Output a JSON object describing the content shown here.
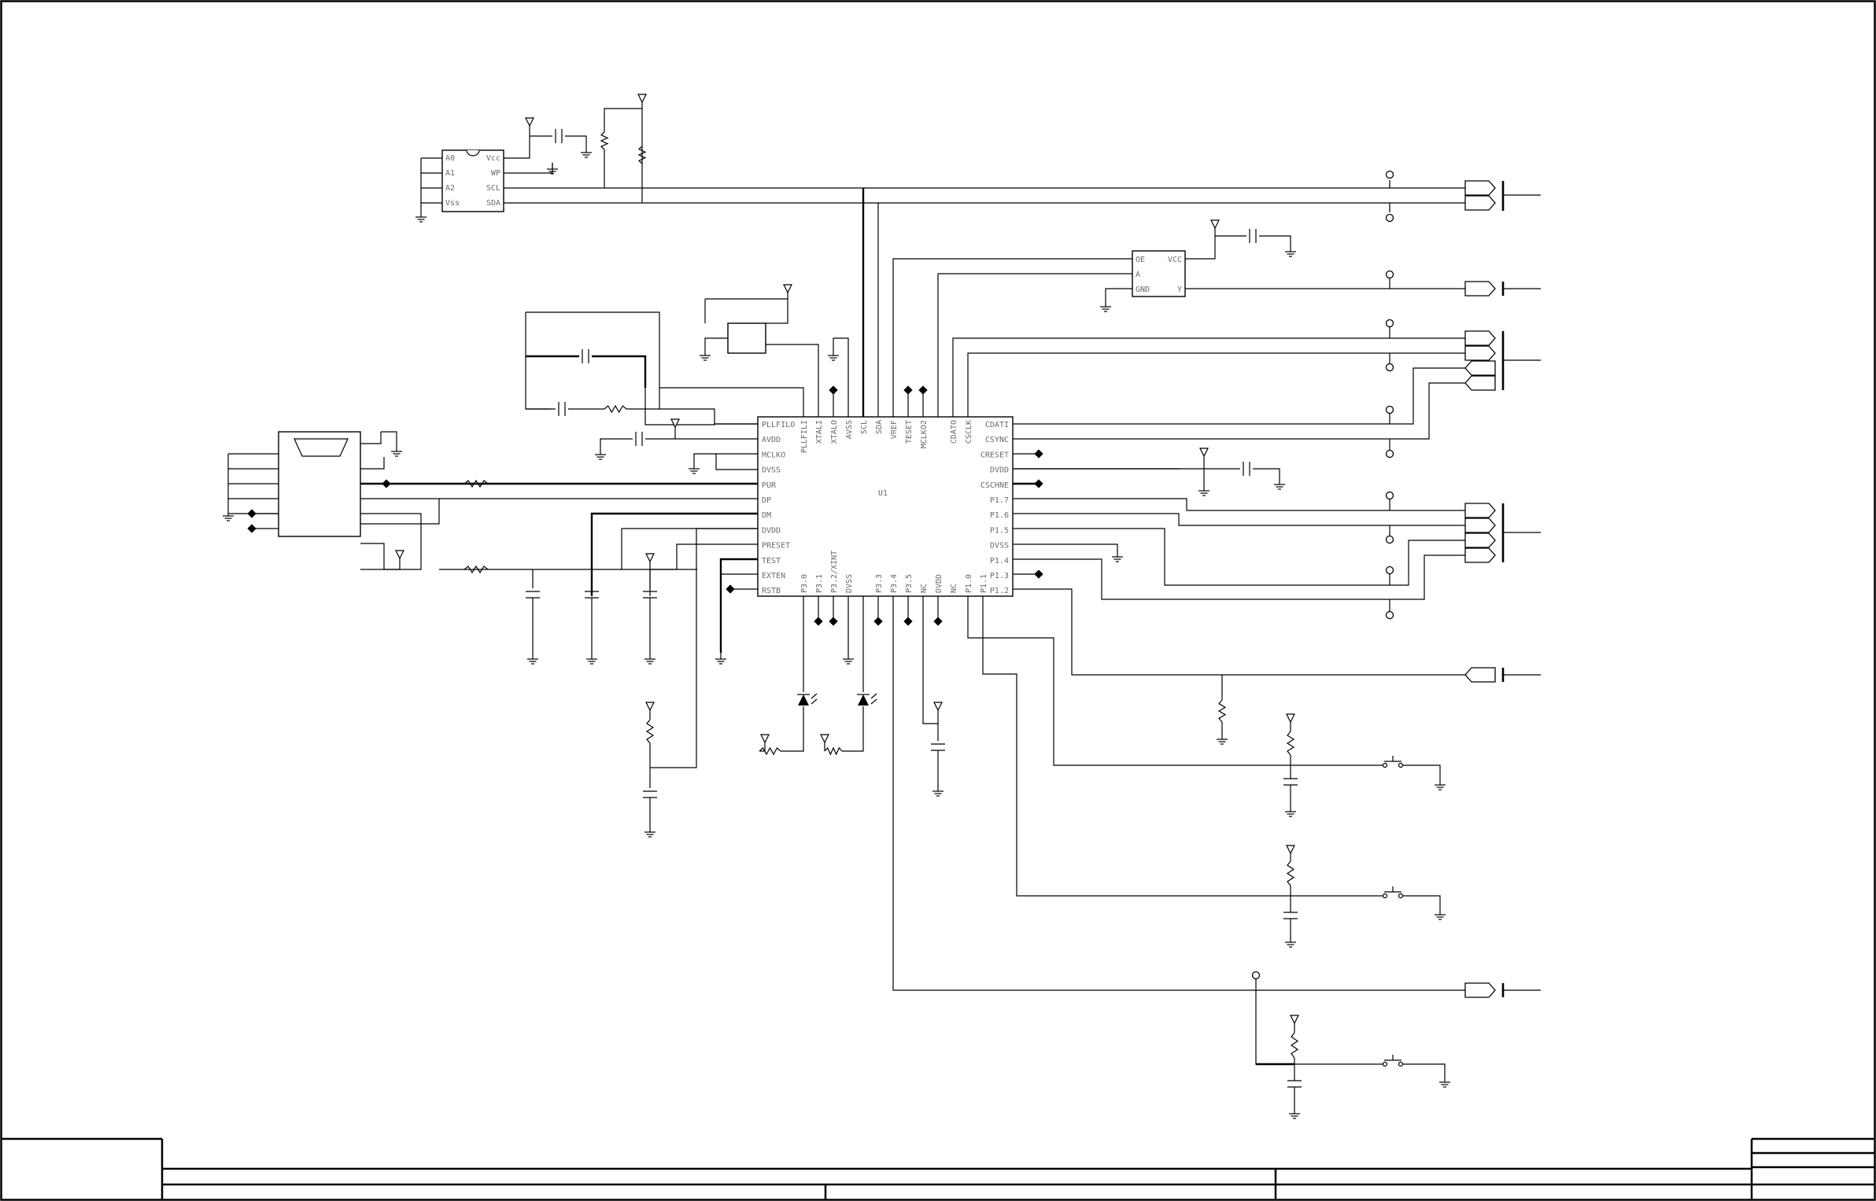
{
  "u1": {
    "ref": "U1",
    "left_pins": [
      "PLLFILO",
      "AVDD",
      "MCLKO",
      "DVSS",
      "PUR",
      "DP",
      "DM",
      "DVDD",
      "PRESET",
      "TEST",
      "EXTEN",
      "RSTB"
    ],
    "right_pins": [
      "CDATI",
      "CSYNC",
      "CRESET",
      "DVDD",
      "CSCHNE",
      "P1.7",
      "P1.6",
      "P1.5",
      "DVSS",
      "P1.4",
      "P1.3",
      "P1.2"
    ],
    "top_pins": [
      "PLLFILI",
      "XTALI",
      "XTALO",
      "AVSS",
      "SCL",
      "SDA",
      "VREF",
      "TESET",
      "MCLKO2",
      "CDATO",
      "CSCLK"
    ],
    "bottom_pins": [
      "P3.0",
      "P3.1",
      "P3.2/XINT",
      "DVSS",
      "P3.3",
      "P3.4",
      "P3.5",
      "NC",
      "DVDD",
      "NC",
      "P1.0",
      "P1.1"
    ]
  },
  "eeprom": {
    "left_pins": [
      "A0",
      "A1",
      "A2",
      "Vss"
    ],
    "right_pins": [
      "Vcc",
      "WP",
      "SCL",
      "SDA"
    ]
  },
  "buffer": {
    "left_pins": [
      "OE",
      "A",
      "GND"
    ],
    "right_pins": [
      "VCC",
      "Y"
    ]
  }
}
